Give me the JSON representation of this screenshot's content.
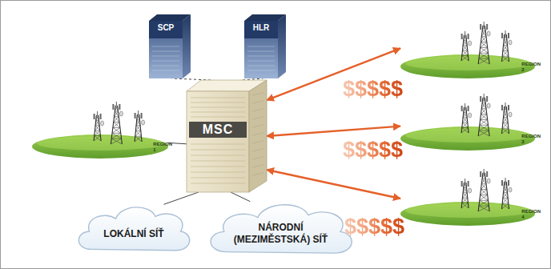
{
  "diagram": {
    "nodes": [
      {
        "text": [
          "SCP"
        ]
      },
      {
        "text": [
          "HLR"
        ]
      },
      {
        "text": [
          "REGION 2"
        ]
      },
      {
        "text": [
          "REGION 1"
        ]
      },
      {
        "text": [
          "MSC"
        ]
      },
      {
        "text": [
          "REGION 3"
        ]
      },
      {
        "text": [
          "REGION 4"
        ]
      },
      {
        "text": [
          "LOKÁLNÍ SÍŤ"
        ]
      },
      {
        "text": [
          "NÁRODNÍ (MEZIMĚSTSKÁ) SÍŤ"
        ]
      }
    ],
    "edges": [
      {
        "from": 4,
        "to": 0,
        "arrow": "none"
      },
      {
        "from": 4,
        "to": 1,
        "arrow": "none"
      },
      {
        "from": 4,
        "to": 3,
        "arrow": "none"
      },
      {
        "from": 4,
        "to": 2,
        "arrow": "both"
      },
      {
        "from": 4,
        "to": 5,
        "arrow": "both"
      },
      {
        "from": 4,
        "to": 6,
        "arrow": "both"
      },
      {
        "from": 4,
        "to": 7,
        "arrow": "none"
      },
      {
        "from": 4,
        "to": 8,
        "arrow": "none"
      }
    ],
    "labels": [
      "$$$$$",
      "$$$$$",
      "$$$$$"
    ]
  }
}
